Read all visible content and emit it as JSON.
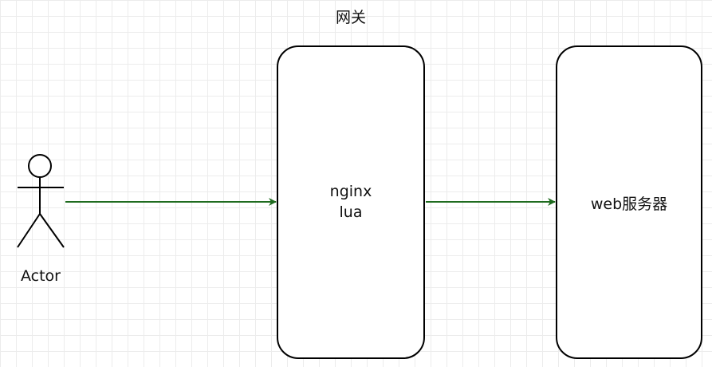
{
  "diagram": {
    "gateway_title": "网关",
    "actor_label": "Actor",
    "gateway_box": {
      "line1": "nginx",
      "line2": "lua"
    },
    "web_box": {
      "label": "web服务器"
    },
    "colors": {
      "arrow": "#1f6b1f",
      "stroke": "#000000",
      "fill": "#ffffff"
    }
  }
}
